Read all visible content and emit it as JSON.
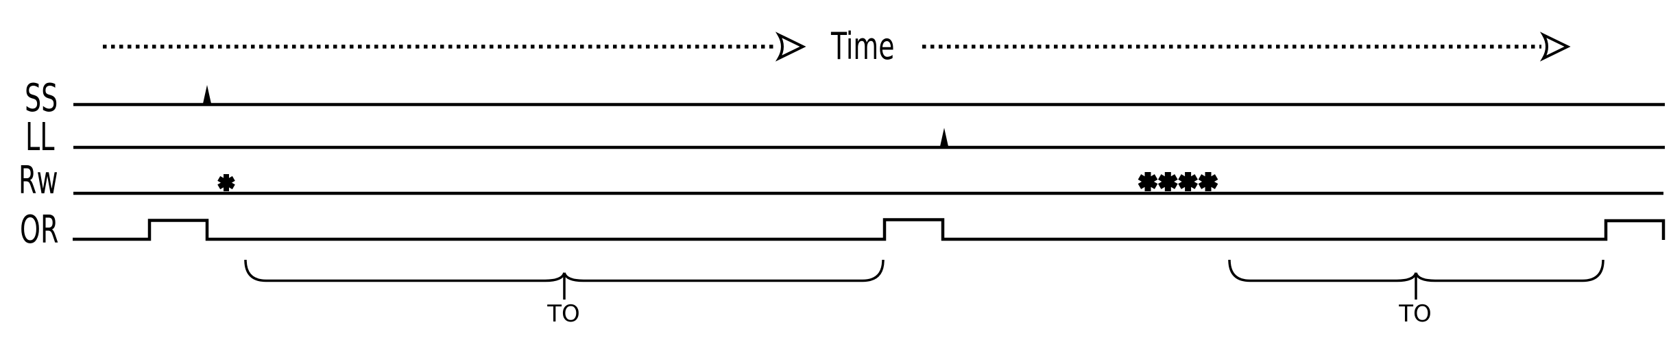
{
  "page": {
    "background_color": "#ffffff",
    "ink_color": "#000000"
  },
  "time_axis": {
    "label": "Time",
    "style": "two dotted arrows pointing right, flanking the label"
  },
  "signals": [
    {
      "label": "SS",
      "marker": "filled upward triangle on line"
    },
    {
      "label": "LL",
      "marker": "filled upward triangle on line"
    },
    {
      "label": "Rw",
      "marker_single": "*",
      "marker_group": "****"
    },
    {
      "label": "OR",
      "waveform": "low with three high pulses"
    }
  ],
  "braces": [
    {
      "label": "TO"
    },
    {
      "label": "TO"
    }
  ]
}
